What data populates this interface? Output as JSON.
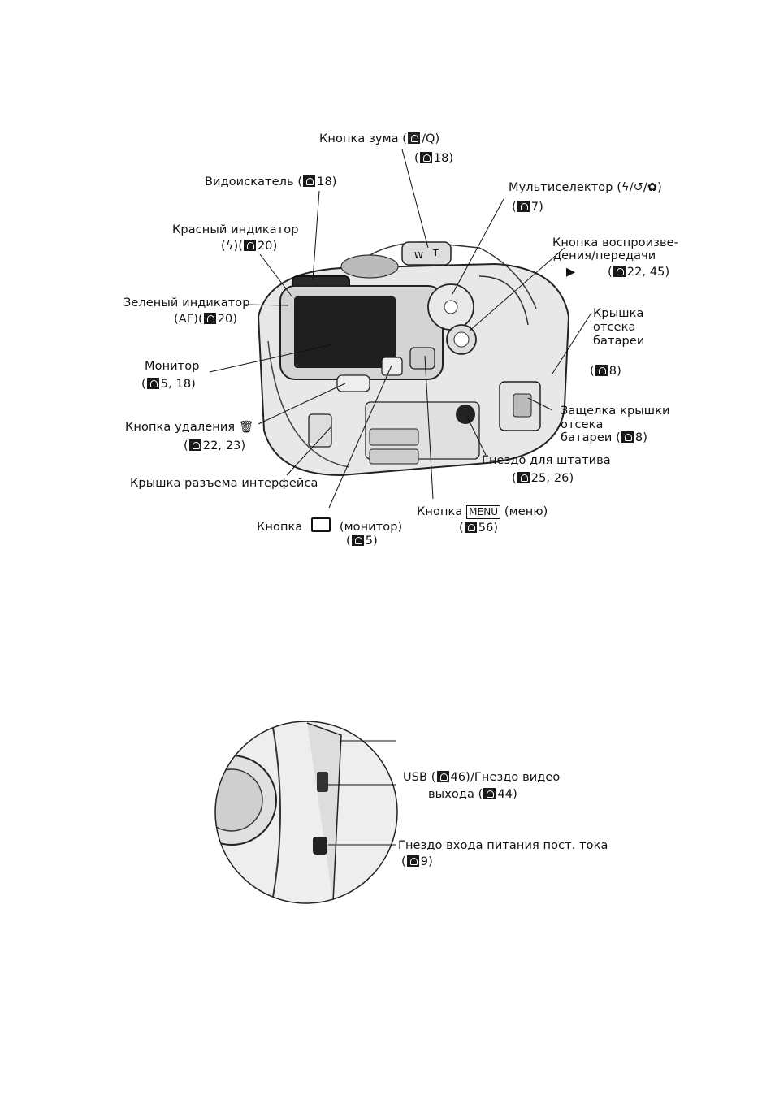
{
  "camera_back": {
    "zoom_button": {
      "line1": "Кнопка зума (",
      "line1_end": "/Q)",
      "line2": "18)"
    },
    "viewfinder": {
      "text": "Видоискатель (",
      "page": "18)"
    },
    "multiselector": {
      "line1": "Мультиселектор (",
      "line1_end": "/↺/",
      "line1_close": ")",
      "line2": "7)"
    },
    "red_indicator": {
      "line1": "Красный индикатор",
      "line2_a": "(",
      "line2_b": ")(",
      "line2_page": "20)"
    },
    "playback_button": {
      "line1": "Кнопка воспроизве-",
      "line2": "дения/передачи",
      "page": "22, 45)"
    },
    "green_indicator": {
      "line1": "Зеленый индикатор",
      "line2_a": "(AF)(",
      "line2_page": "20)"
    },
    "battery_cover": {
      "line1": "Крышка",
      "line2": "отсека",
      "line3": "батареи",
      "page": "8)"
    },
    "monitor": {
      "line1": "Монитор",
      "line2_a": "(",
      "line2_page": "5, 18)"
    },
    "delete_button": {
      "line1": "Кнопка удаления",
      "line2_a": "(",
      "line2_page": "22, 23)"
    },
    "battery_latch": {
      "line1": "Защелка крышки",
      "line2": "отсека",
      "line3_a": "батареи (",
      "line3_page": "8)"
    },
    "tripod_socket": {
      "line1": "Гнездо для штатива",
      "line2_a": "(",
      "line2_page": "25, 26)"
    },
    "interface_cover": {
      "text": "Крышка разъема интерфейса"
    },
    "menu_button": {
      "line1_a": "Кнопка",
      "icon": "MENU",
      "line1_b": "(меню)",
      "line2_a": "(",
      "line2_page": "56)"
    },
    "monitor_button": {
      "line1_a": "Кнопка",
      "line1_b": "(монитор)",
      "line2_a": "(",
      "line2_page": "5)"
    }
  },
  "connector_side": {
    "usb": {
      "line1_a": "USB (",
      "line1_b": "46)/Гнездо видео",
      "line2_a": "выхода (",
      "line2_page": "44)"
    },
    "dc_in": {
      "line1": "Гнездо входа питания пост. тока",
      "line2_a": "(",
      "line2_page": "9)"
    }
  }
}
